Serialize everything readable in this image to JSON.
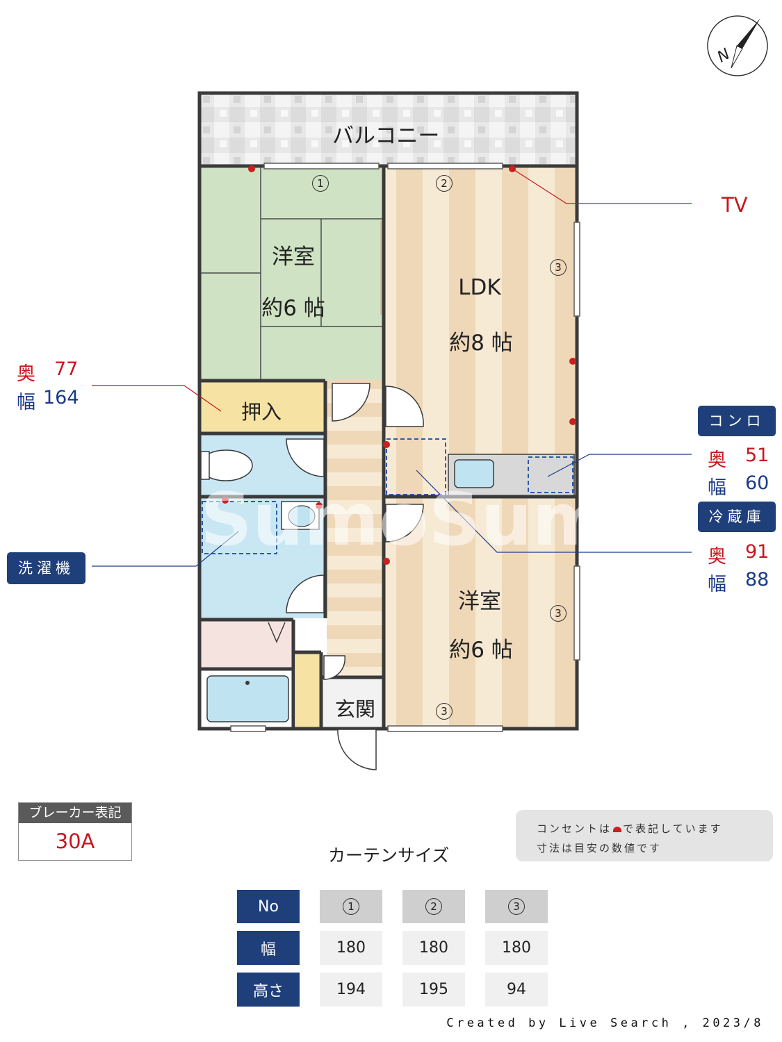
{
  "plan": {
    "balcony": "バルコニー",
    "tatami_room": {
      "name": "洋室",
      "size": "約6 帖"
    },
    "ldk": {
      "name": "LDK",
      "size": "約8 帖"
    },
    "bedroom": {
      "name": "洋室",
      "size": "約6 帖"
    },
    "closet": "押入",
    "entrance": "玄関",
    "window_marks": {
      "w1": "1",
      "w2": "2",
      "w3a": "3",
      "w3b": "3",
      "w3c": "3"
    },
    "watermark": "SumoSumo"
  },
  "callouts": {
    "tv": "TV",
    "closet_depth_label": "奥",
    "closet_depth": "77",
    "closet_width_label": "幅",
    "closet_width": "164",
    "washer": "洗濯機",
    "stove": {
      "title": "コンロ",
      "depth_label": "奥",
      "depth": "51",
      "width_label": "幅",
      "width": "60"
    },
    "fridge": {
      "title": "冷蔵庫",
      "depth_label": "奥",
      "depth": "91",
      "width_label": "幅",
      "width": "88"
    }
  },
  "breaker": {
    "label": "ブレーカー表記",
    "value": "30A"
  },
  "note": {
    "line1_a": "コンセントは",
    "line1_b": "で表記しています",
    "line2": "寸法は目安の数値です"
  },
  "curtain": {
    "title": "カーテンサイズ",
    "headers": [
      "No",
      "1",
      "2",
      "3"
    ],
    "rows": [
      {
        "label": "幅",
        "values": [
          "180",
          "180",
          "180"
        ]
      },
      {
        "label": "高さ",
        "values": [
          "194",
          "195",
          "94"
        ]
      }
    ]
  },
  "footer": "Created by Live Search , 2023/8",
  "colors": {
    "wall": "#3a3a3a",
    "tatami": "#cfe3c4",
    "floor": "#f5e6cf",
    "wet": "#c9e6f3",
    "closet": "#f6e2a3",
    "outlet": "#cc1f1f",
    "navy": "#1e3f7a"
  }
}
